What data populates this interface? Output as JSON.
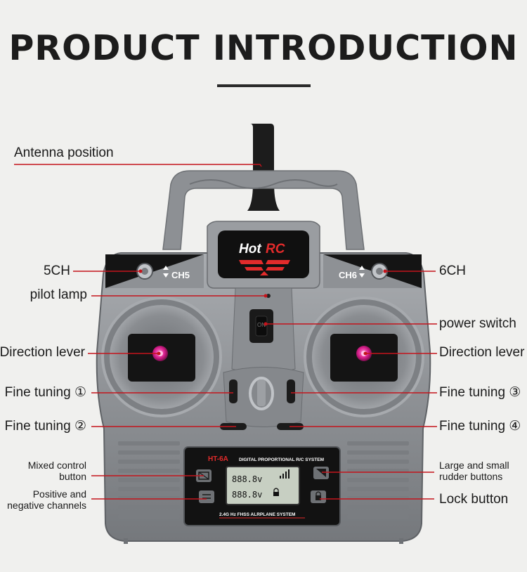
{
  "title": "PRODUCT INTRODUCTION",
  "device": {
    "brand_a": "Hot",
    "brand_b": "RC",
    "ch5": "CH5",
    "ch6": "CH6",
    "power_mark": "ON",
    "model": "HT-6A",
    "panel_title": "DIGITAL PROPORTIONAL R/C SYSTEM",
    "lcd_line1": "888.8v",
    "lcd_line2": "888.8v",
    "bottom_text": "2.4G Hz FHSS ALRPLANE SYSTEM"
  },
  "labels": {
    "antenna": "Antenna position",
    "ch5": "5CH",
    "ch6": "6CH",
    "pilot_lamp": "pilot lamp",
    "power_switch": "power switch",
    "direction_left": "Direction lever",
    "direction_right": "Direction lever",
    "fine1": "Fine tuning ①",
    "fine2": "Fine tuning ②",
    "fine3": "Fine tuning ③",
    "fine4": "Fine tuning ④",
    "mixed_control": "Mixed control button",
    "positive_negative": "Positive and negative channels",
    "large_small": "Large and small rudder buttons",
    "lock": "Lock button"
  },
  "colors": {
    "leader_line": "#c4141c",
    "accent": "#e32b2b",
    "body": "#8f9296",
    "panel": "#121212",
    "stick": "#e0269a"
  }
}
